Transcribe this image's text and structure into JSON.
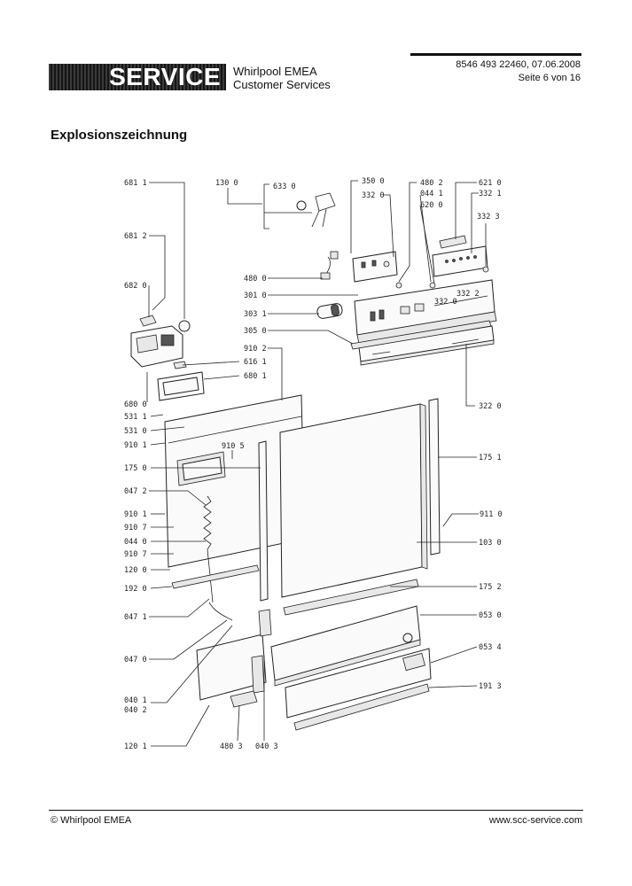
{
  "header": {
    "logo_text": "SERVICE",
    "company_line1": "Whirlpool EMEA",
    "company_line2": "Customer Services",
    "doc_number": "8546 493 22460, 07.06.2008",
    "page_info": "Seite 6 von 16"
  },
  "title": "Explosionszeichnung",
  "parts": {
    "p681_1": "681 1",
    "p681_2": "681 2",
    "p682_0": "682 0",
    "p680_0": "680 0",
    "p531_1": "531 1",
    "p531_0": "531 0",
    "p910_1a": "910 1",
    "p175_0": "175 0",
    "p047_2": "047 2",
    "p910_1b": "910 1",
    "p910_7a": "910 7",
    "p044_0": "044 0",
    "p910_7b": "910 7",
    "p120_0": "120 0",
    "p192_0": "192 0",
    "p047_1": "047 1",
    "p047_0": "047 0",
    "p040_1": "040 1",
    "p040_2": "040 2",
    "p120_1": "120 1",
    "p480_3": "480 3",
    "p040_3": "040 3",
    "p130_0": "130 0",
    "p633_0": "633 0",
    "p480_0": "480 0",
    "p301_0": "301 0",
    "p303_1": "303 1",
    "p305_0": "305 0",
    "p910_2": "910 2",
    "p616_1": "616 1",
    "p680_1": "680 1",
    "p910_5": "910 5",
    "p350_0": "350 0",
    "p332_0a": "332 0",
    "p480_2": "480 2",
    "p044_1": "044 1",
    "p620_0": "620 0",
    "p621_0": "621 0",
    "p332_1": "332 1",
    "p332_3": "332 3",
    "p332_2": "332 2",
    "p332_0b": "332 0",
    "p322_0": "322 0",
    "p175_1": "175 1",
    "p911_0": "911 0",
    "p103_0": "103 0",
    "p175_2": "175 2",
    "p053_0": "053 0",
    "p053_4": "053 4",
    "p191_3": "191 3"
  },
  "footer": {
    "copyright": "© Whirlpool EMEA",
    "website": "www.scc-service.com"
  }
}
